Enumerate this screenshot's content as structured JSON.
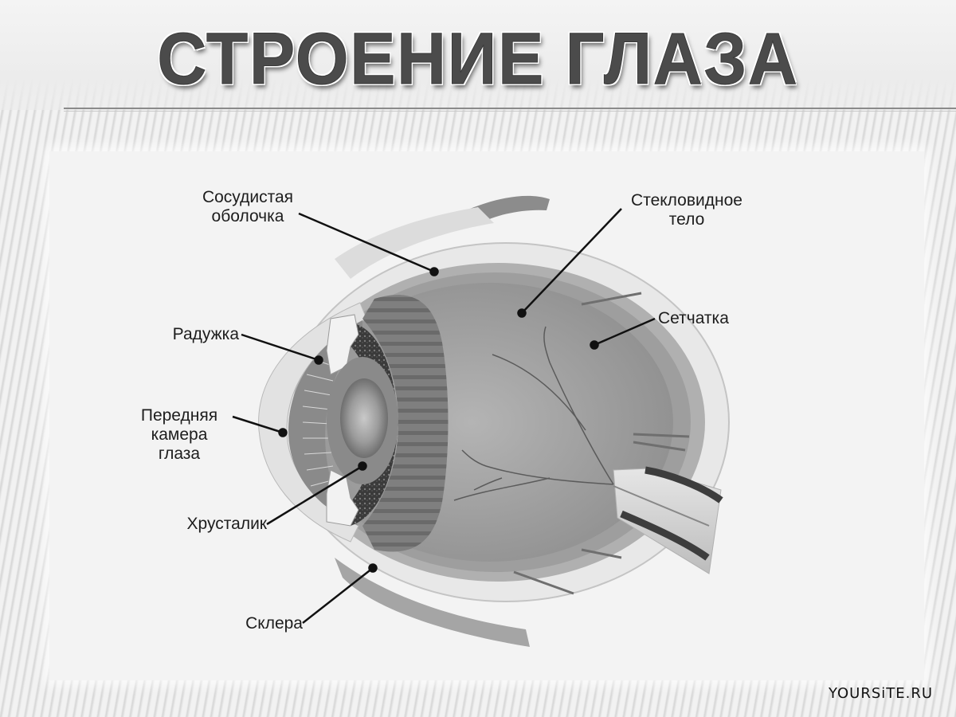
{
  "title": "СТРОЕНИЕ ГЛАЗА",
  "diagram": {
    "subject": "eye-cross-section",
    "labels": [
      {
        "id": "choroid",
        "text": "Сосудистая\nоболочка"
      },
      {
        "id": "vitreous",
        "text": "Стекловидное\nтело"
      },
      {
        "id": "retina",
        "text": "Сетчатка"
      },
      {
        "id": "iris",
        "text": "Радужка"
      },
      {
        "id": "anterior-chamber",
        "text": "Передняя\nкамера\nглаза"
      },
      {
        "id": "lens",
        "text": "Хрусталик"
      },
      {
        "id": "sclera",
        "text": "Склера"
      }
    ],
    "colors": {
      "title": "#4b4b4b",
      "background": "#e2e2e2",
      "panel": "#f3f3f3",
      "line": "#111111"
    }
  },
  "watermark": "YOURSiTE.RU"
}
